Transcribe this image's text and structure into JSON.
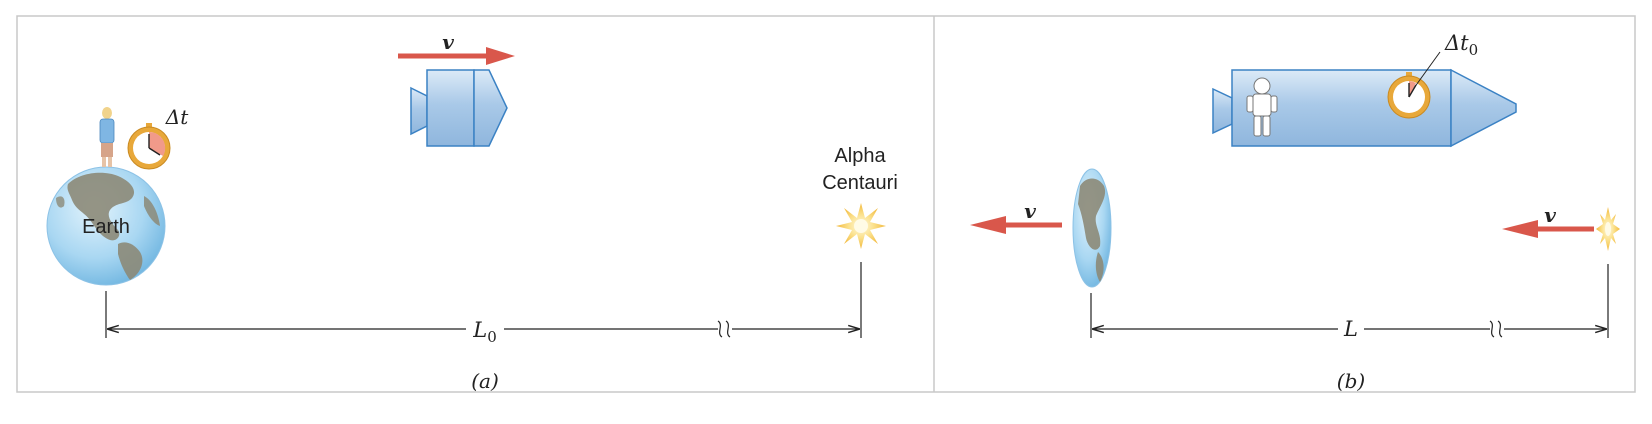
{
  "panel_a": {
    "caption": "(a)",
    "velocity_symbol": "v",
    "clock_symbol": "Δt",
    "earth_label": "Earth",
    "star_label_line1": "Alpha",
    "star_label_line2": "Centauri",
    "distance_symbol": "L",
    "distance_subscript": "0"
  },
  "panel_b": {
    "caption": "(b)",
    "velocity_left_symbol": "v",
    "velocity_right_symbol": "v",
    "clock_symbol": "Δt",
    "clock_subscript": "0",
    "distance_symbol": "L"
  },
  "colors": {
    "frame": "#c8c8c8",
    "arrow": "#d9574b",
    "ship": "#a9c9e8",
    "ship_outline": "#3b82c4",
    "ocean": "#9fd0f0",
    "land": "#8c8a78",
    "star": "#f6c94f",
    "clock_ring": "#e8a83a",
    "clock_sector": "#f19a8a"
  }
}
